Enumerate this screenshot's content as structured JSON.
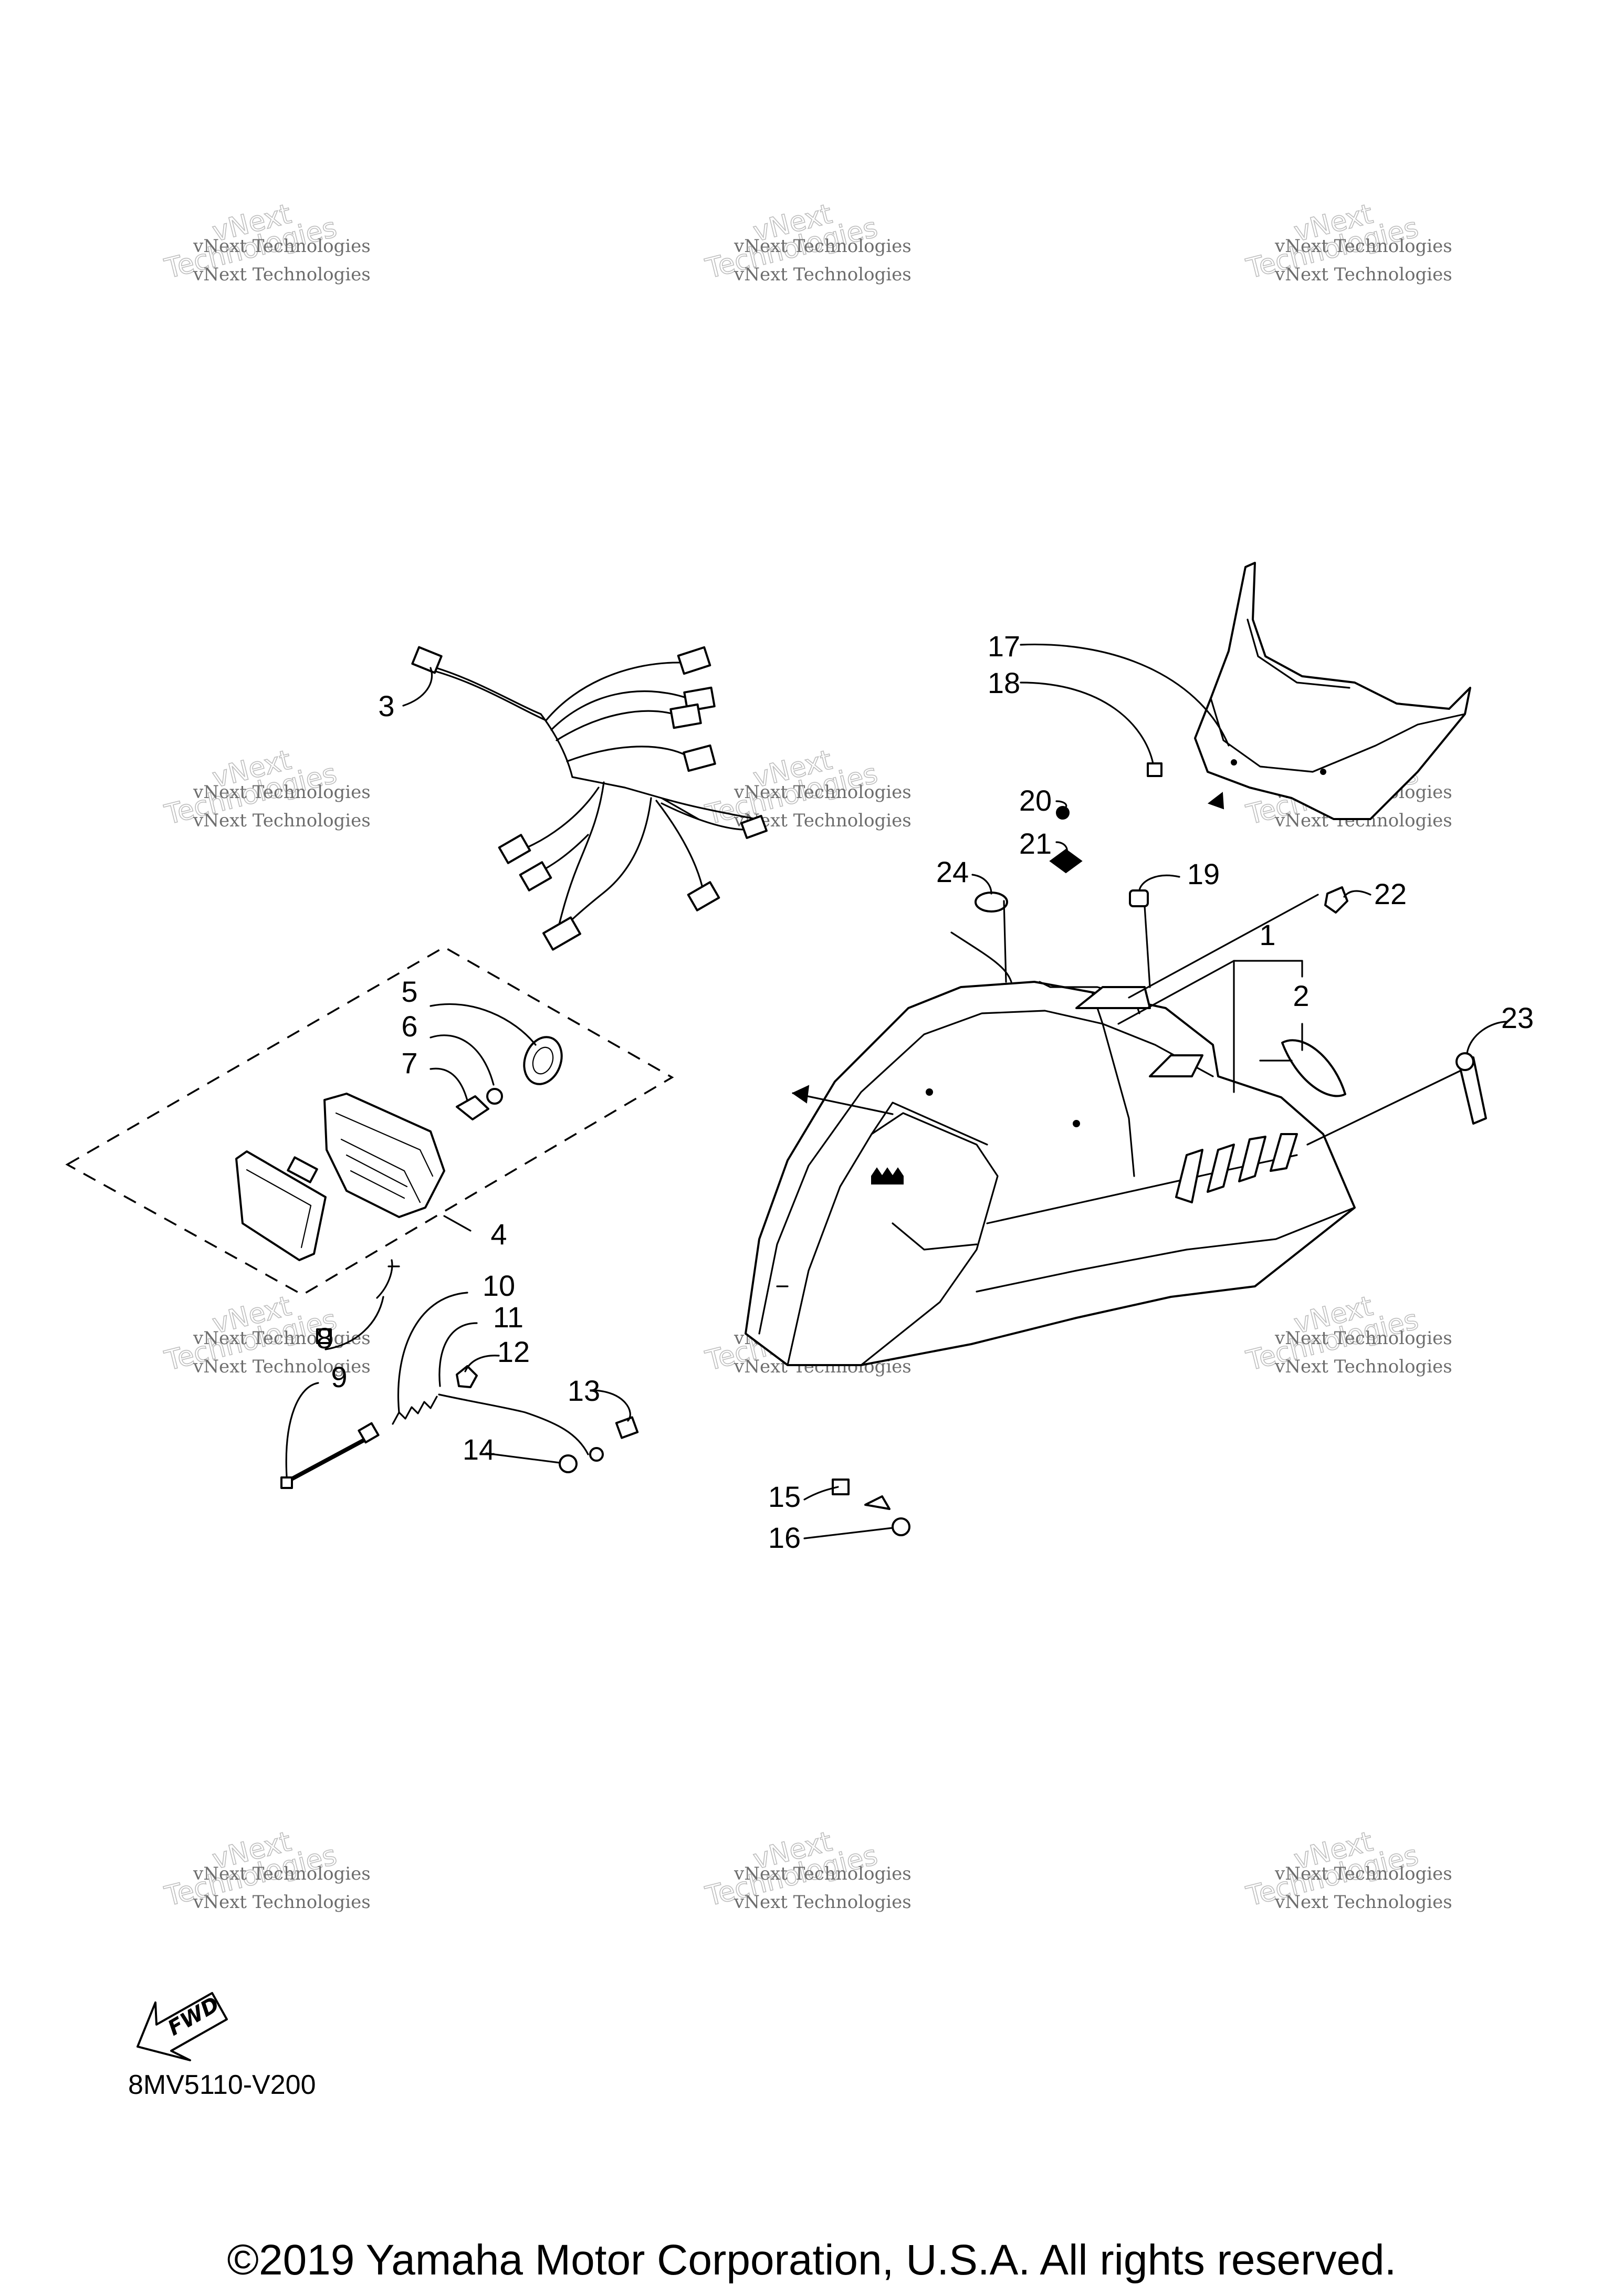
{
  "callouts": [
    {
      "num": "1"
    },
    {
      "num": "2"
    },
    {
      "num": "3"
    },
    {
      "num": "4"
    },
    {
      "num": "5"
    },
    {
      "num": "6"
    },
    {
      "num": "7"
    },
    {
      "num": "8"
    },
    {
      "num": "9"
    },
    {
      "num": "10"
    },
    {
      "num": "11"
    },
    {
      "num": "12"
    },
    {
      "num": "13"
    },
    {
      "num": "14"
    },
    {
      "num": "15"
    },
    {
      "num": "16"
    },
    {
      "num": "17"
    },
    {
      "num": "18"
    },
    {
      "num": "19"
    },
    {
      "num": "20"
    },
    {
      "num": "21"
    },
    {
      "num": "22"
    },
    {
      "num": "23"
    },
    {
      "num": "24"
    }
  ],
  "watermark": {
    "line": "vNext Technologies",
    "big_a": "vNext",
    "big_b": "Technologies"
  },
  "fwd_label": "FWD",
  "drawing_code": "8MV5110-V200",
  "copyright": "©2019 Yamaha Motor Corporation, U.S.A. All rights reserved.",
  "colors": {
    "ink": "#000000",
    "watermark": "#6d6d6d",
    "background": "#ffffff"
  }
}
